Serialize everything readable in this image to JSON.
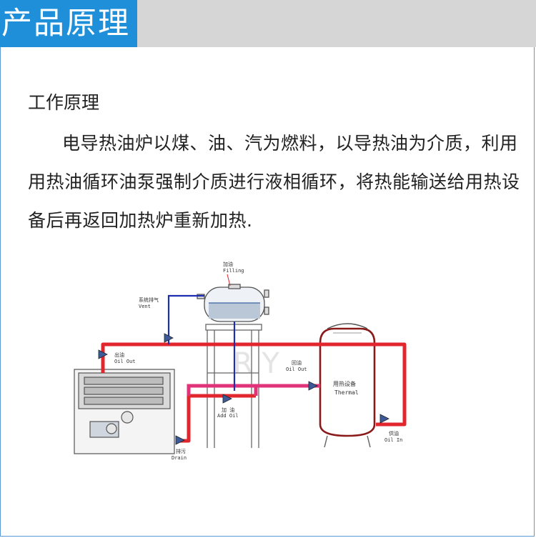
{
  "header": {
    "title": "产品原理"
  },
  "section": {
    "heading": "工作原理",
    "paragraph": "电导热油炉以煤、油、汽为燃料，以导热油为介质，利用用热油循环油泵强制介质进行液相循环，将热能输送给用热设备后再返回加热炉重新加热."
  },
  "diagram": {
    "labels": {
      "filling_cn": "加油",
      "filling_en": "Filling",
      "vent_cn": "系统排气",
      "vent_en": "Vent",
      "oil_out_cn": "出油",
      "oil_out_en": "Oil Out",
      "return_cn": "回油",
      "return_en": "Oil Out",
      "add_oil_cn": "加 油",
      "add_oil_en": "Add Oil",
      "thermal_cn": "用热设备",
      "thermal_en": "Thermal",
      "oil_in_cn": "供油",
      "oil_in_en": "Oil In",
      "drain_cn": "排污",
      "drain_en": "Drain",
      "watermark": "R Y"
    },
    "colors": {
      "hot_pipe": "#e2262e",
      "return_pipe": "#e0337a",
      "blue_pipe": "#1d2fb0",
      "title_bar": "#1e8fd8"
    }
  }
}
